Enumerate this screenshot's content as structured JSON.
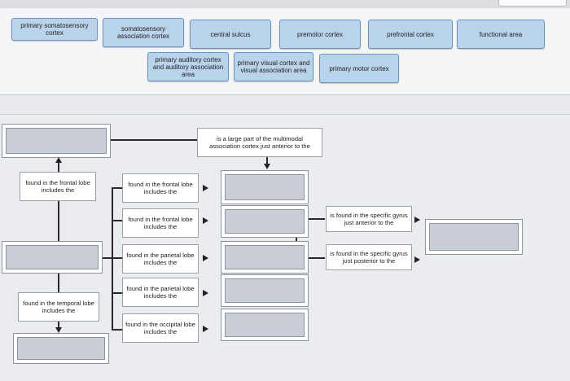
{
  "word_bank": [
    "primary somatosensory cortex",
    "somatosensory association cortex",
    "central sulcus",
    "premotor cortex",
    "prefrontal cortex",
    "functional area",
    "primary auditory cortex and auditory association area",
    "primary visual cortex and visual association area",
    "primary motor cortex"
  ],
  "labels": {
    "multimodal": "is a large part of the multimodal association cortex just anterior to the",
    "frontal_left": "found in the frontal lobe includes the",
    "temporal_left": "found in the temporal lobe includes the",
    "mid_frontal_1": "found in the frontal lobe includes the",
    "mid_frontal_2": "found in the frontal lobe includes the",
    "mid_parietal_1": "found in the parietal lobe includes the",
    "mid_parietal_2": "found in the parietal lobe includes the",
    "mid_occipital": "found in the occipital lobe includes the",
    "gyrus_anterior": "is found in the specific gyrus just anterior to the",
    "gyrus_posterior": "is found in the specific gyrus just posterior to the"
  }
}
